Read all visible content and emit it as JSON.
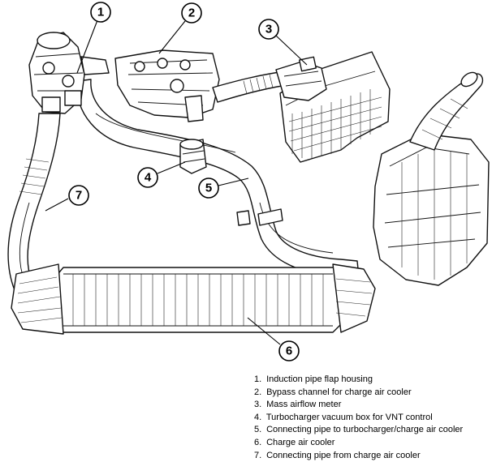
{
  "callouts": [
    {
      "number": "1"
    },
    {
      "number": "2"
    },
    {
      "number": "3"
    },
    {
      "number": "4"
    },
    {
      "number": "5"
    },
    {
      "number": "6"
    },
    {
      "number": "7"
    }
  ],
  "legend": [
    {
      "number": "1.",
      "label": "Induction pipe flap housing"
    },
    {
      "number": "2.",
      "label": "Bypass channel for charge air cooler"
    },
    {
      "number": "3.",
      "label": "Mass airflow meter"
    },
    {
      "number": "4.",
      "label": "Turbocharger vacuum box for VNT control"
    },
    {
      "number": "5.",
      "label": "Connecting pipe to turbocharger/charge air cooler"
    },
    {
      "number": "6.",
      "label": "Charge air cooler"
    },
    {
      "number": "7.",
      "label": "Connecting pipe from charge air cooler"
    }
  ]
}
